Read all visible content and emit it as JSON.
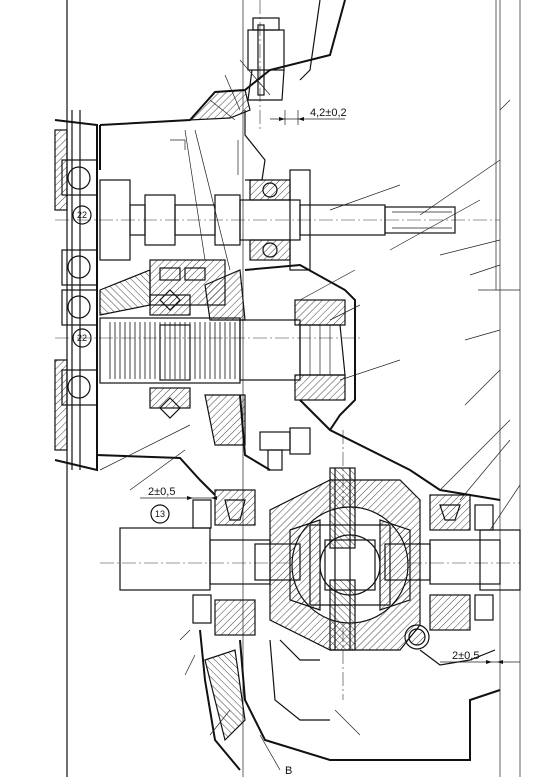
{
  "dimensions": {
    "top_clearance": "4,2±0,2",
    "left_clearance": "2±0,5",
    "right_clearance": "2±0,5"
  },
  "callouts": {
    "upper_bearing": "22",
    "lower_bearing": "22",
    "axle_seal": "13"
  },
  "section_letter": "B"
}
